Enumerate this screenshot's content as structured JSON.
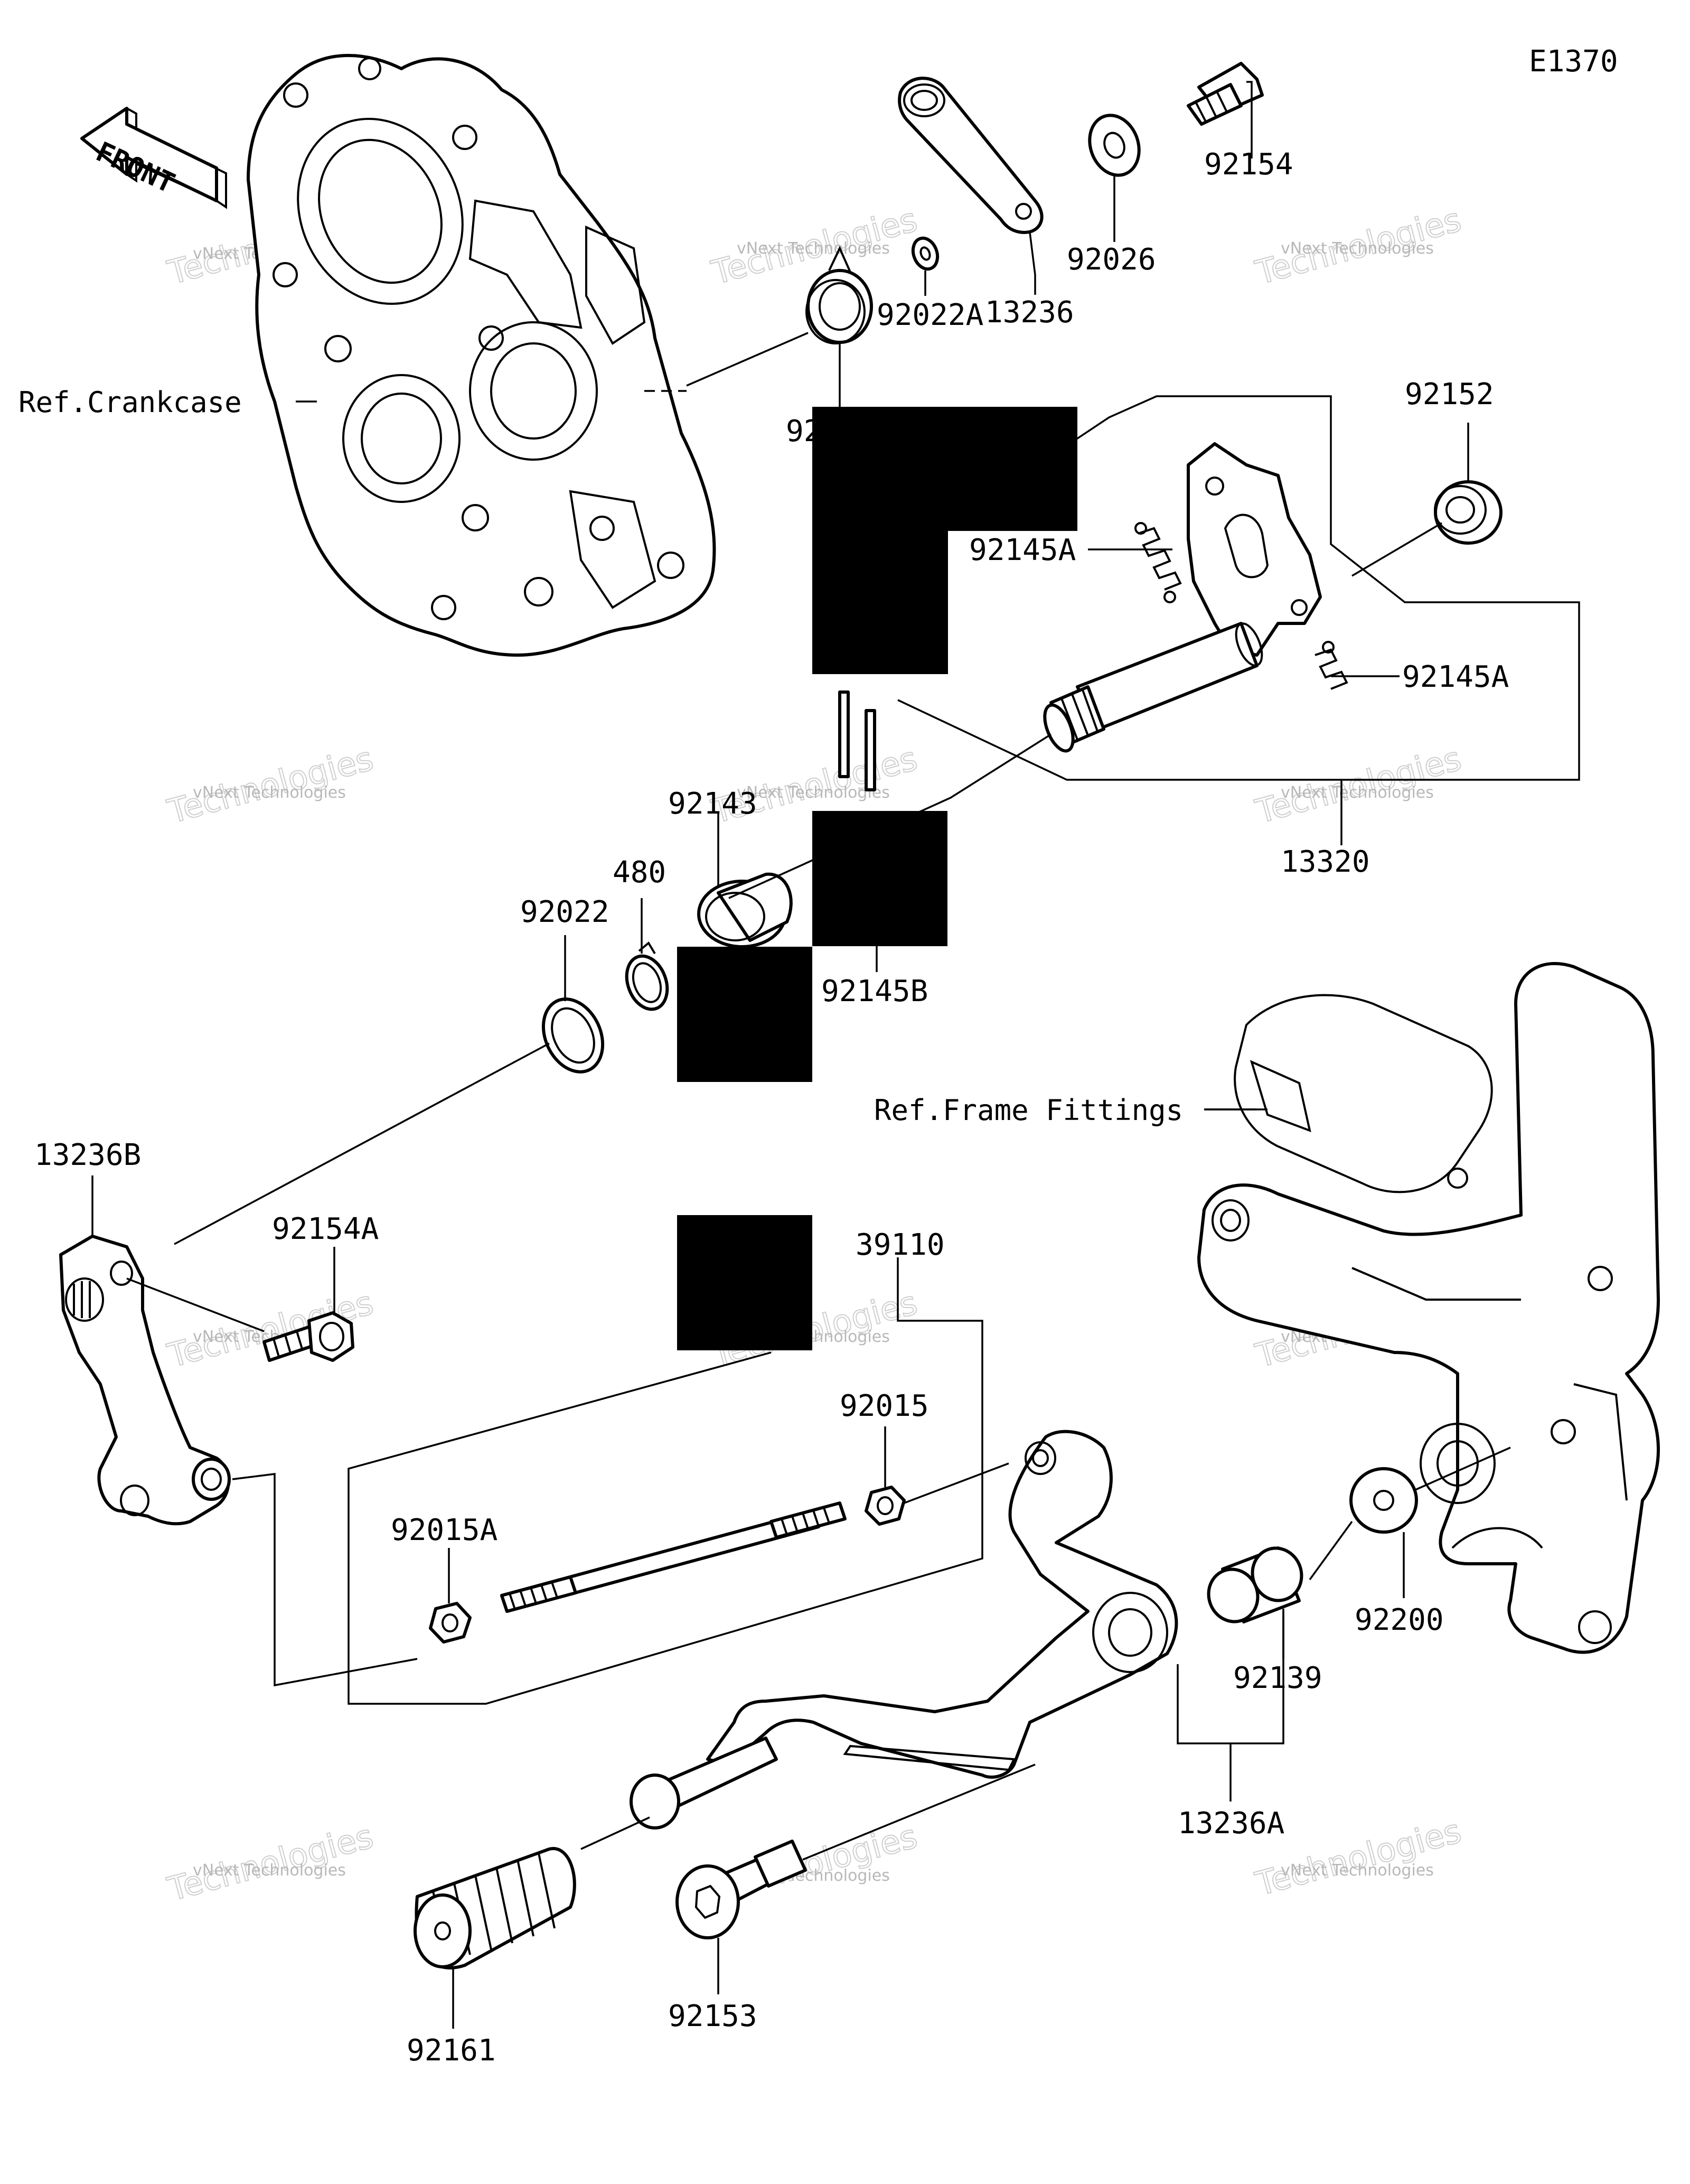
{
  "diagram_code": "E1370",
  "front_arrow_label": "FRONT",
  "watermark": {
    "line1": "vNext Technologies",
    "line2": "Technologies"
  },
  "references": {
    "crankcase": "Ref.Crankcase",
    "frame_fittings": "Ref.Frame Fittings"
  },
  "part_labels": {
    "p92154": "92154",
    "p92026": "92026",
    "p13236": "13236",
    "p92022A": "92022A",
    "p92152": "92152",
    "p92145A_upper": "92145A",
    "p92145A_lower": "92145A",
    "p13320": "13320",
    "p92143": "92143",
    "p480": "480",
    "p92022": "92022",
    "p92145B": "92145B",
    "p13236B": "13236B",
    "p92154A": "92154A",
    "p39110": "39110",
    "p92015": "92015",
    "p92015A": "92015A",
    "p92200": "92200",
    "p92139": "92139",
    "p13236A": "13236A",
    "p92161": "92161",
    "p92153": "92153",
    "partial_hidden": "92"
  }
}
